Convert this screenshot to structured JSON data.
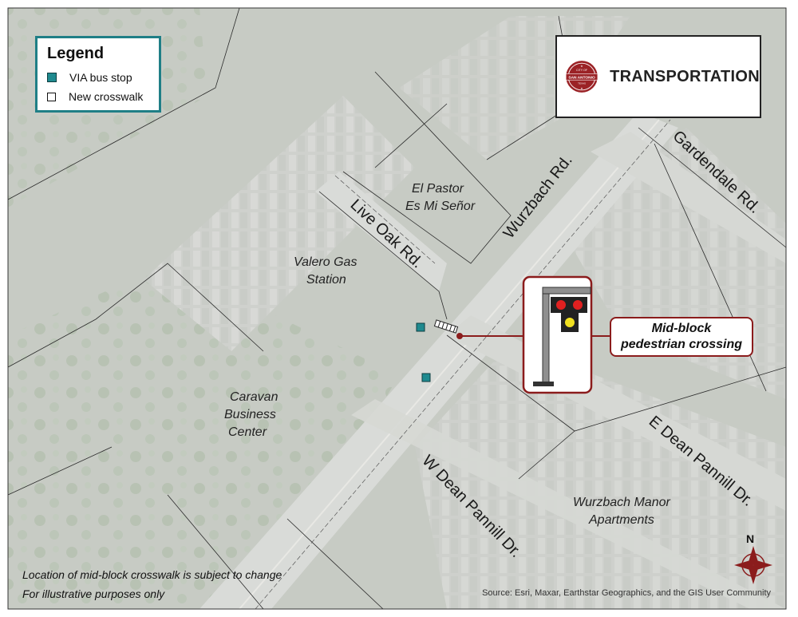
{
  "legend": {
    "title": "Legend",
    "items": [
      {
        "label": "VIA bus stop",
        "symbol": "teal-square",
        "color": "#1f8a8f"
      },
      {
        "label": "New crosswalk",
        "symbol": "white-square"
      }
    ]
  },
  "logo": {
    "seal_top": "CITY OF",
    "seal_middle": "SAN ANTONIO",
    "seal_bottom": "TEXAS",
    "title": "TRANSPORTATION",
    "color": "#9b2226"
  },
  "roads": {
    "wurzbach": "Wurzbach Rd.",
    "live_oak": "Live Oak Rd.",
    "gardendale": "Gardendale Rd.",
    "e_dean_pannill": "E Dean Pannill Dr.",
    "w_dean_pannill": "W Dean Pannill Dr."
  },
  "places": {
    "el_pastor_1": "El Pastor",
    "el_pastor_2": "Es Mi Señor",
    "valero_1": "Valero Gas",
    "valero_2": "Station",
    "caravan_1": "Caravan",
    "caravan_2": "Business",
    "caravan_3": "Center",
    "wurzbach_manor_1": "Wurzbach Manor",
    "wurzbach_manor_2": "Apartments"
  },
  "callout": {
    "line1": "Mid-block",
    "line2": "pedestrian crossing",
    "color": "#8b1c1c"
  },
  "notes": {
    "line1": "Location of mid-block crosswalk is subject to change",
    "line2": "For illustrative purposes only"
  },
  "source": "Source: Esri, Maxar, Earthstar Geographics, and the GIS User Community",
  "north_arrow": {
    "label": "N",
    "color": "#8b1c1c"
  }
}
